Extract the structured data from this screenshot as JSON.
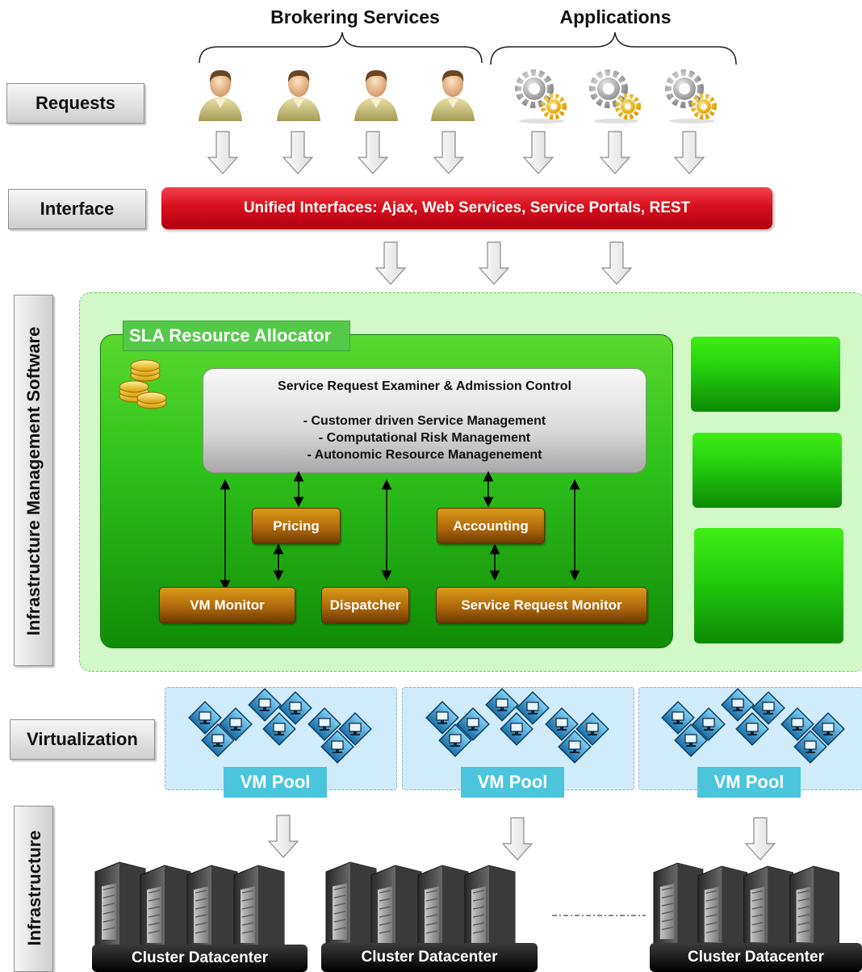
{
  "headings": {
    "brokering_services": "Brokering Services",
    "applications": "Applications"
  },
  "layers": {
    "requests": "Requests",
    "interface": "Interface",
    "infrastructure_management": "Infrastructure Management Software",
    "virtualization": "Virtualization",
    "infrastructure": "Infrastructure"
  },
  "interface_bar": "Unified Interfaces: Ajax, Web Services, Service Portals, REST",
  "sla": {
    "title": "SLA Resource Allocator",
    "examiner": {
      "title": "Service Request Examiner & Admission Control",
      "lines": [
        "- Customer driven Service Management",
        "- Computational Risk Management",
        "- Autonomic Resource Managenement"
      ]
    },
    "modules": {
      "pricing": "Pricing",
      "accounting": "Accounting",
      "vm_monitor": "VM Monitor",
      "dispatcher": "Dispatcher",
      "service_request_monitor": "Service Request Monitor"
    }
  },
  "vm_pools": [
    "VM Pool",
    "VM Pool",
    "VM Pool"
  ],
  "clusters": [
    "Cluster Datacenter",
    "Cluster Datacenter",
    "Cluster Datacenter"
  ],
  "icons": {
    "user": "user-icon",
    "application": "gears-icon",
    "coins": "coins-icon",
    "vm": "virtual-machine-icon",
    "server": "server-rack-icon"
  },
  "colors": {
    "interface_red": "#d8101c",
    "sla_green": "#2fc31b",
    "module_brown": "#b06a0c",
    "pool_blue": "#d0ecfa",
    "pool_label": "#4bc5dc"
  }
}
